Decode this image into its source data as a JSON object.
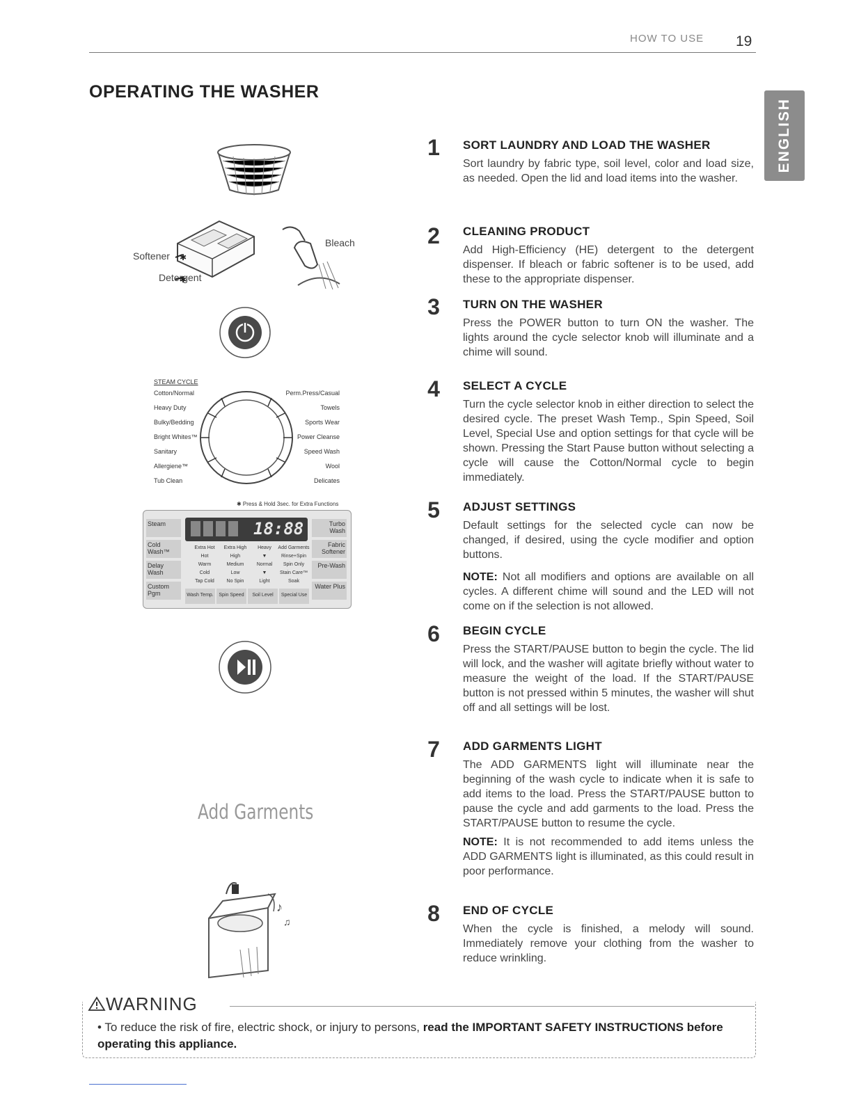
{
  "header": {
    "section": "HOW TO USE",
    "page_number": "19"
  },
  "page_title": "OPERATING THE WASHER",
  "language_tab": "ENGLISH",
  "illustrations": {
    "dispenser_softener": "Softener",
    "dispenser_detergent": "Detergent",
    "bleach": "Bleach",
    "knob": {
      "heading": "STEAM CYCLE",
      "left_cycles": [
        "Cotton/Normal",
        "Heavy Duty",
        "Bulky/Bedding",
        "Bright Whites™",
        "Sanitary",
        "Allergiene™",
        "Tub Clean"
      ],
      "right_cycles": [
        "Perm.Press/Casual",
        "Towels",
        "Sports Wear",
        "Power Cleanse",
        "Speed Wash",
        "Wool",
        "Delicates"
      ]
    },
    "panel": {
      "hint": "✱ Press & Hold 3sec. for Extra Functions",
      "display": "18:88",
      "buttons_left": [
        "Steam",
        "Cold Wash™",
        "Delay Wash",
        "Custom Pgm"
      ],
      "buttons_right": [
        "Turbo Wash",
        "Fabric Softener",
        "Pre-Wash",
        "Water Plus"
      ],
      "bottom_buttons": [
        "Wash Temp.",
        "Spin Speed",
        "Soil Level",
        "Special Use"
      ],
      "options_columns": [
        [
          "Extra Hot",
          "Hot",
          "Warm",
          "Cold",
          "Tap Cold"
        ],
        [
          "Extra High",
          "High",
          "Medium",
          "Low",
          "No Spin"
        ],
        [
          "Heavy",
          "▼",
          "Normal",
          "▼",
          "Light"
        ],
        [
          "Add Garments",
          "Rinse+Spin",
          "Spin Only",
          "Stain Care™",
          "Soak"
        ]
      ]
    },
    "add_garments": "Add Garments"
  },
  "steps": [
    {
      "number": "1",
      "title": "SORT LAUNDRY AND LOAD THE WASHER",
      "body": "Sort laundry by fabric type, soil level, color and load size, as needed. Open the lid and load items into the washer."
    },
    {
      "number": "2",
      "title": "CLEANING PRODUCT",
      "body": "Add High-Efficiency (HE) detergent to the detergent dispenser. If bleach or fabric softener is to be used, add these to the appropriate dispenser."
    },
    {
      "number": "3",
      "title": "TURN ON THE WASHER",
      "body": "Press the POWER button to turn ON the washer. The lights around the cycle selector knob will illuminate and a chime will sound."
    },
    {
      "number": "4",
      "title": "SELECT A CYCLE",
      "body": "Turn the cycle selector knob in either direction to select the desired cycle. The preset Wash Temp., Spin Speed, Soil Level, Special Use and option settings for that cycle will be shown. Pressing the Start Pause button without selecting a cycle will cause the Cotton/Normal cycle to begin immediately."
    },
    {
      "number": "5",
      "title": "ADJUST SETTINGS",
      "body": "Default settings for the selected cycle can now be changed, if desired, using the cycle modifier and option buttons.",
      "note_label": "NOTE:",
      "note": "Not all modifiers and options are available on all cycles. A different chime will sound and the LED will not come on if the selection is not allowed."
    },
    {
      "number": "6",
      "title": "BEGIN CYCLE",
      "body": "Press the START/PAUSE button to begin the cycle. The lid will lock, and the washer will agitate briefly without water to measure the weight of the load. If the START/PAUSE button is not pressed within 5  minutes, the washer will shut off and all settings will be lost."
    },
    {
      "number": "7",
      "title": "ADD GARMENTS LIGHT",
      "body": "The ADD GARMENTS light will illuminate near the beginning of the wash cycle to indicate when it is safe to add items to the load. Press the START/PAUSE button to pause the cycle and add garments to the load. Press the START/PAUSE button to resume the cycle.",
      "note_label": "NOTE:",
      "note": "It is not recommended to add items unless the ADD GARMENTS light is illuminated, as this could result in poor performance."
    },
    {
      "number": "8",
      "title": "END OF CYCLE",
      "body": "When the cycle is finished, a melody will sound. Immediately remove your clothing from the washer to reduce wrinkling."
    }
  ],
  "warning": {
    "title": "WARNING",
    "text_plain": "To reduce the risk of fire, electric shock, or injury to persons, ",
    "text_bold": "read the IMPORTANT SAFETY INSTRUCTIONS before operating this appliance."
  }
}
